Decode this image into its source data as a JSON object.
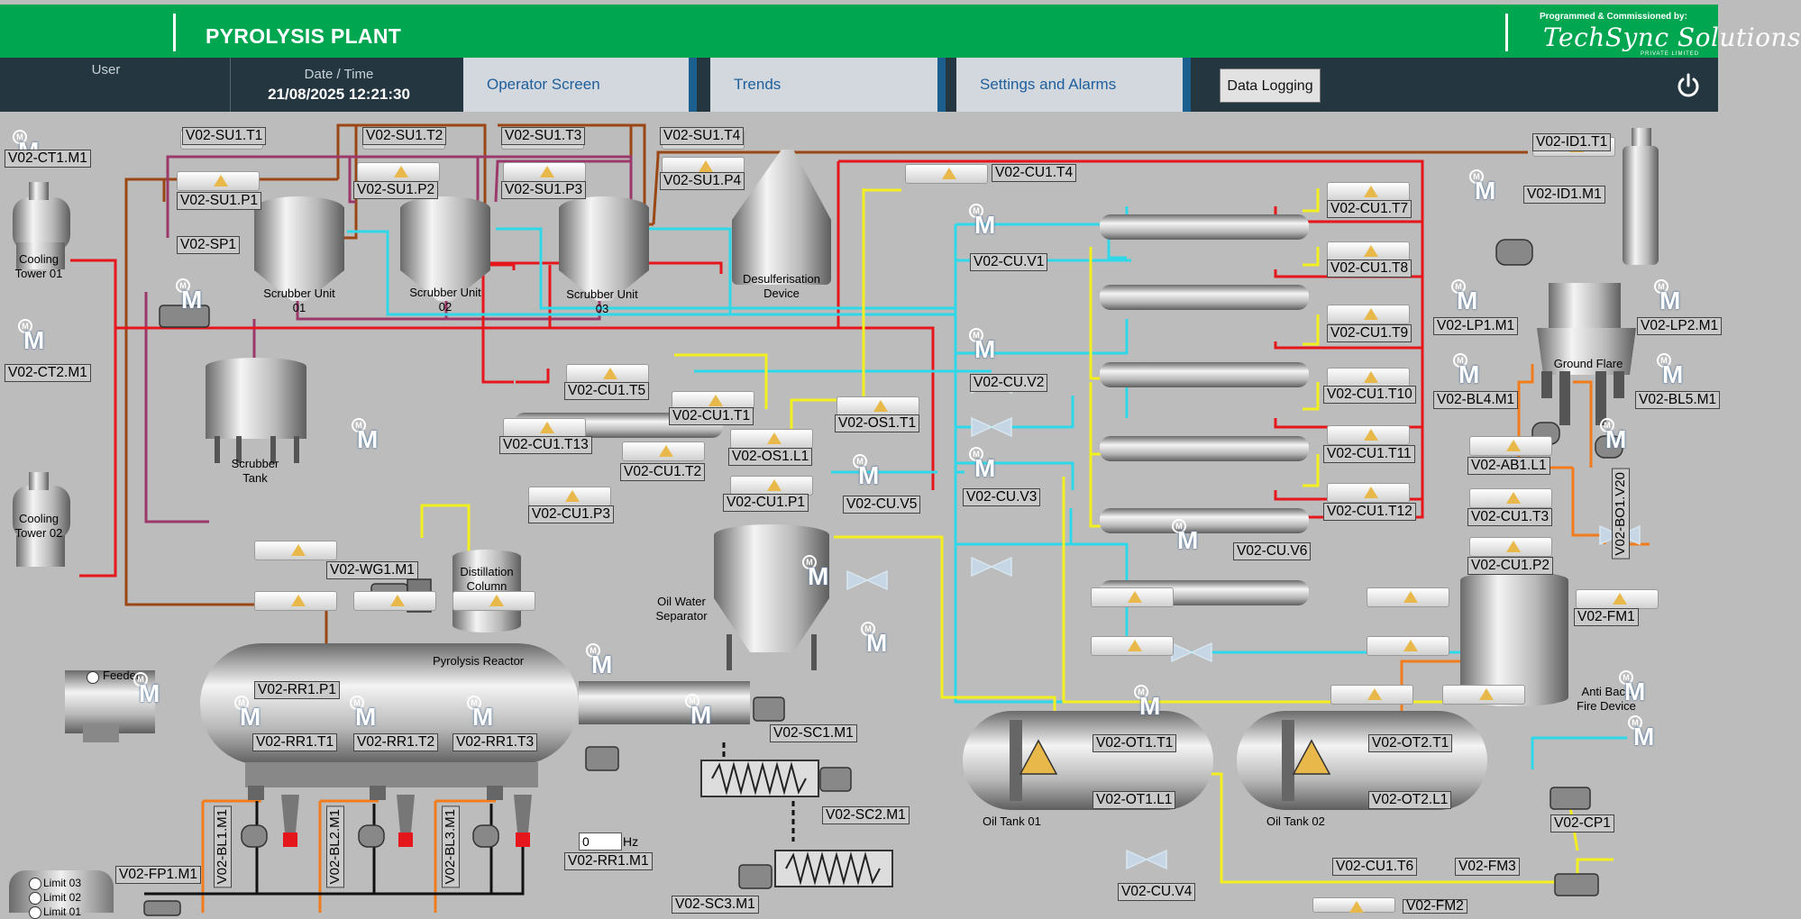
{
  "header": {
    "title": "PYROLYSIS PLANT",
    "credit_line": "Programmed & Commissioned by:",
    "credit_company": "TechSync Solutions",
    "credit_sub": "PRIVATE LIMITED"
  },
  "nav": {
    "user_label": "User",
    "datetime_label": "Date / Time",
    "datetime_value": "21/08/2025 12:21:30",
    "tabs": [
      "Operator Screen",
      "Trends",
      "Settings and Alarms"
    ],
    "data_logging": "Data Logging"
  },
  "equipment": {
    "cooling_tower_1": "Cooling Tower 01",
    "cooling_tower_2": "Cooling Tower 02",
    "scrubber_1": "Scrubber Unit 01",
    "scrubber_2": "Scrubber Unit 02",
    "scrubber_3": "Scrubber Unit 03",
    "desulf": "Desulferisation Device",
    "scrubber_tank": "Scrubber Tank",
    "distillation": "Distillation Column",
    "oil_water": "Oil Water Separator",
    "reactor": "Pyrolysis Reactor",
    "feeder": "Feeder",
    "ground_flare": "Ground Flare",
    "oil_tank_1": "Oil Tank 01",
    "oil_tank_2": "Oil Tank 02",
    "anti_back_fire": "Anti Back Fire Device",
    "hz_value": "0",
    "hz_unit": "Hz",
    "limits": [
      "Limit 03",
      "Limit 02",
      "Limit 01"
    ]
  },
  "tags": {
    "ct1m1": "V02-CT1.M1",
    "ct2m1": "V02-CT2.M1",
    "su1t1": "V02-SU1.T1",
    "su1t2": "V02-SU1.T2",
    "su1t3": "V02-SU1.T3",
    "su1t4": "V02-SU1.T4",
    "su1p1": "V02-SU1.P1",
    "su1p2": "V02-SU1.P2",
    "su1p3": "V02-SU1.P3",
    "su1p4": "V02-SU1.P4",
    "sp1": "V02-SP1",
    "cu1t4": "V02-CU1.T4",
    "cu1t5": "V02-CU1.T5",
    "cu1t1": "V02-CU1.T1",
    "cu1t13": "V02-CU1.T13",
    "cu1t2": "V02-CU1.T2",
    "cu1p3": "V02-CU1.P3",
    "cu1p1": "V02-CU1.P1",
    "os1t1": "V02-OS1.T1",
    "os1l1": "V02-OS1.L1",
    "cuv1": "V02-CU.V1",
    "cuv2": "V02-CU.V2",
    "cuv3": "V02-CU.V3",
    "cuv4": "V02-CU.V4",
    "cuv5": "V02-CU.V5",
    "cuv6": "V02-CU.V6",
    "cu1t7": "V02-CU1.T7",
    "cu1t8": "V02-CU1.T8",
    "cu1t9": "V02-CU1.T9",
    "cu1t10": "V02-CU1.T10",
    "cu1t11": "V02-CU1.T11",
    "cu1t12": "V02-CU1.T12",
    "id1t1": "V02-ID1.T1",
    "id1m1": "V02-ID1.M1",
    "lp1m1": "V02-LP1.M1",
    "lp2m1": "V02-LP2.M1",
    "bl4m1": "V02-BL4.M1",
    "bl5m1": "V02-BL5.M1",
    "ab1l1": "V02-AB1.L1",
    "cu1t3": "V02-CU1.T3",
    "cu1p2": "V02-CU1.P2",
    "bo1v20": "V02-BO1.V20",
    "wg1m1": "V02-WG1.M1",
    "rr1p1": "V02-RR1.P1",
    "rr1t1": "V02-RR1.T1",
    "rr1t2": "V02-RR1.T2",
    "rr1t3": "V02-RR1.T3",
    "rr1m1": "V02-RR1.M1",
    "sc1m1": "V02-SC1.M1",
    "sc2m1": "V02-SC2.M1",
    "sc3m1": "V02-SC3.M1",
    "bl1m1": "V02-BL1.M1",
    "bl2m1": "V02-BL2.M1",
    "bl3m1": "V02-BL3.M1",
    "fp1m1": "V02-FP1.M1",
    "ot1t1": "V02-OT1.T1",
    "ot1l1": "V02-OT1.L1",
    "ot2t1": "V02-OT2.T1",
    "ot2l1": "V02-OT2.L1",
    "cu1t6": "V02-CU1.T6",
    "fm1": "V02-FM1",
    "fm2": "V02-FM2",
    "fm3": "V02-FM3",
    "cp1": "V02-CP1"
  },
  "colors": {
    "header_green": "#00a650",
    "nav_dark": "#243640",
    "tab_bg": "#d3d8df",
    "pipe_red": "#e5161c",
    "pipe_cyan": "#2fd8e8",
    "pipe_yellow": "#f2ee1f",
    "pipe_brown": "#9a4715",
    "pipe_purple": "#9b3a6a",
    "pipe_orange": "#f07c1d",
    "pipe_black": "#111111",
    "warning": "#e8b84a"
  }
}
